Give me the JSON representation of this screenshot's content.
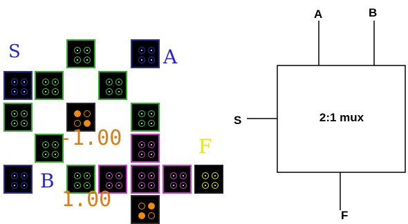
{
  "left_panel": {
    "label_s": "S",
    "label_a": "A",
    "label_b": "B",
    "label_f": "F",
    "value_upper": "-1.00",
    "value_lower": "1.00"
  },
  "mux": {
    "title": "2:1 mux",
    "input_a": "A",
    "input_b": "B",
    "select": "S",
    "output": "F"
  },
  "colors": {
    "green": "#27b31b",
    "navy": "#2b2bb0",
    "magenta": "#cc33cc",
    "orange": "#f08a10",
    "yellow": "#e6e61a",
    "label_blue": "#2727c8",
    "label_yellow": "#e8e800"
  }
}
